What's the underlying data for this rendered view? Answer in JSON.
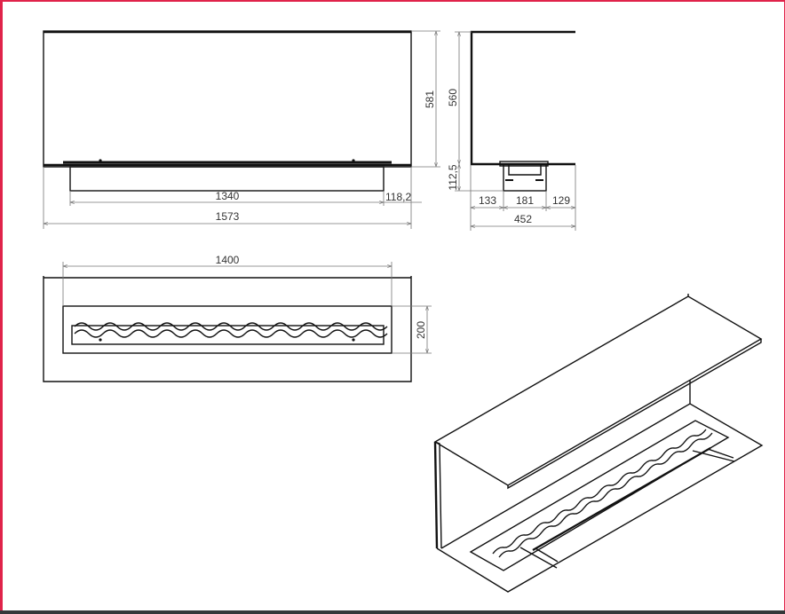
{
  "front_view": {
    "width_total": "1573",
    "burner_width": "1340",
    "side_offset": "118,2",
    "height": "581"
  },
  "side_view": {
    "height": "560",
    "base_height": "112,5",
    "left": "133",
    "middle": "181",
    "right": "129",
    "depth_total": "452"
  },
  "top_view": {
    "opening_width": "1400",
    "opening_depth": "200"
  },
  "colors": {
    "border": "#e0234a",
    "bottom_bar": "#333839"
  }
}
